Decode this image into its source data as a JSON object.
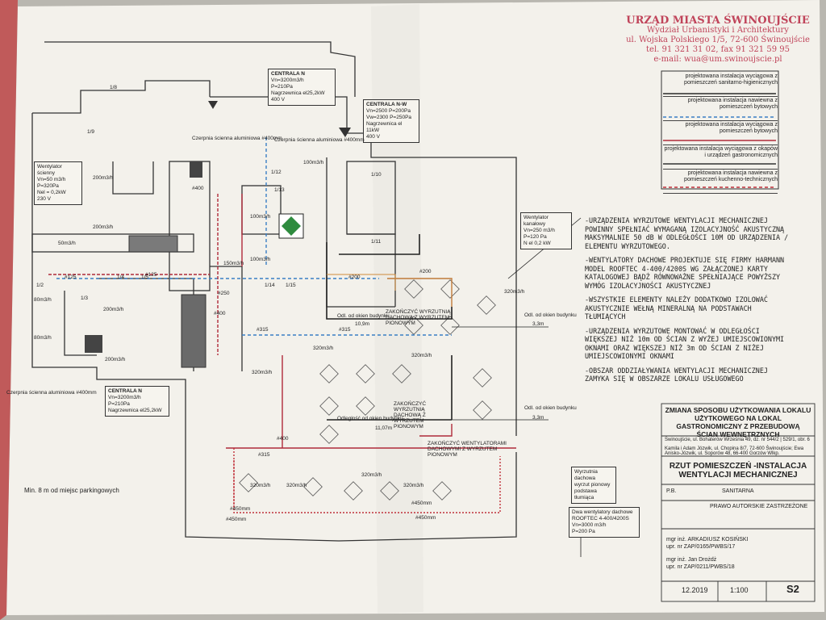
{
  "stamp": {
    "title": "URZĄD MIASTA ŚWINOUJŚCIE",
    "line1": "Wydział Urbanistyki i Architektury",
    "line2": "ul. Wojska Polskiego 1/5, 72-600 Świnoujście",
    "line3": "tel. 91 321 31 02, fax 91 321 59 95",
    "line4": "e-mail: wua@um.swinoujscie.pl"
  },
  "legend": [
    "projektowana instalacja wyciągowa z pomieszczeń sanitarno-higienicznych",
    "projektowana instalacja nawiewna z pomieszczeń bytowych",
    "projektowana instalacja wyciągowa z pomieszczeń bytowych",
    "projektowana instalacja wyciągowa z okapów i urządzeń gastronomicznych",
    "projektowana instalacja nawiewna z pomieszczeń kuchenno-technicznych"
  ],
  "legend_colors": [
    "#2a2a2a",
    "#3a7fc4",
    "#b02a3a",
    "#333333",
    "#c0303a"
  ],
  "notes": [
    "-URZĄDZENIA WYRZUTOWE WENTYLACJI MECHANICZNEJ POWINNY SPEŁNIAĆ WYMAGANĄ IZOLACYJNOŚĆ AKUSTYCZNĄ MAKSYMALNIE 50 dB W ODLEGŁOŚCI 10M OD URZĄDZENIA / ELEMENTU WYRZUTOWEGO.",
    "-WENTYLATORY DACHOWE PROJEKTUJE SIĘ FIRMY HARMANN MODEL ROOFTEC 4-400/4200S WG ZAŁĄCZONEJ KARTY KATALOGOWEJ BĄDŹ RÓWNOWAŻNE SPEŁNIAJĄCE POWYŻSZY WYMÓG IZOLACYJNOŚCI AKUSTYCZNEJ",
    "-WSZYSTKIE ELEMENTY NALEŻY DODATKOWO IZOLOWAĆ AKUSTYCZNIE WEŁNĄ MINERALNĄ NA PODSTAWACH TŁUMIĄCYCH",
    "-URZĄDZENIA WYRZUTOWE MONTOWAĆ W ODLEGŁOŚCI WIĘKSZEJ NIŻ 10m OD ŚCIAN Z WYŻEJ UMIEJSCOWIONYMI OKNAMI ORAZ WIĘKSZEJ NIŻ 3m OD ŚCIAN Z NIŻEJ UMIEJSCOWIONYMI OKNAMI",
    "-OBSZAR ODDZIAŁYWANIA WENTYLACJI MECHANICZNEJ ZAMYKA SIĘ W OBSZARZE LOKALU USŁUGOWEGO"
  ],
  "units": {
    "centrala_n1": [
      "CENTRALA N",
      "Vn=3200m3/h",
      "P=210Pa",
      "Nagrzewnica el25,2kW",
      "400 V"
    ],
    "centrala_nw": [
      "CENTRALA N-W",
      "Vn=2500 P=200Pa",
      "Vw=2300 P=250Pa",
      "Nagrzewnica el 11kW",
      "400 V"
    ],
    "wentylator_scienny": [
      "Wentylator ścienny",
      "Vn=50 m3/h",
      "P=320Pa",
      "Nel = 0,2kW",
      "230 V"
    ],
    "wentylator_kanalowy": [
      "Wentylator kanałowy",
      "Vn=250 m3/h",
      "P=120 Pa",
      "N el 0,2 kW"
    ],
    "centrala_n2": [
      "CENTRALA N",
      "Vn=3200m3/h",
      "P=210Pa",
      "Nagrzewnica el25,2kW"
    ],
    "wyrzutnia": [
      "Wyrzutnia dachowa",
      "wyrzut pionowy",
      "podstawa",
      "tłumiąca"
    ],
    "dwa_wentylatory": [
      "Dwa wentylatory dachowe",
      "ROOFTEC 4-400/4200S",
      "Vn=3000 m3/h",
      "P=200 Pa"
    ]
  },
  "annotations": {
    "czerpnia1": "Czerpnia ścienna aluminiowa #400mm",
    "czerpnia2": "Czerpnia ścienna aluminiowa #400mm",
    "czerpnia3": "Czerpnia ścienna aluminiowa #400mm",
    "zakoncz1": "ZAKOŃCZYĆ WYRZUTNIĄ DACHOWĄ Z WYRZUTEM PIONOWYM",
    "zakoncz2": "ZAKOŃCZYĆ WYRZUTNIĄ DACHOWĄ Z WYRZUTEM PIONOWYM",
    "zakoncz3": "ZAKOŃCZYĆ WENTYLATORAMI DACHOWYMI Z WYRZUTEM PIONOWYM",
    "odl1": "Odl. od okien budynku",
    "odl2": "Odl. od okien budynku",
    "odl3": "Odl. od okien budynku",
    "odl4": "Odległość od okien budynku",
    "dist1": "10,9m",
    "dist2": "3,3m",
    "dist3": "3,3m",
    "dist4": "11,07m",
    "parking": "Min. 8 m od miejsc parkingowych",
    "flows": [
      "100m3/h",
      "100m3/h",
      "100m3/h",
      "200m3/h",
      "200m3/h",
      "200m3/h",
      "50m3/h",
      "80m3/h",
      "80m3/h",
      "200m3/h",
      "150m3/h",
      "320m3/h",
      "320m3/h",
      "320m3/h",
      "320m3/h",
      "320m3/h",
      "320m3/h",
      "320m3/h",
      "320m3/h"
    ],
    "ducts": [
      "#400",
      "#400",
      "#400",
      "#315",
      "#315",
      "#315",
      "#250",
      "#200",
      "#200",
      "#125",
      "#125",
      "#450mm",
      "#450mm",
      "#450mm",
      "#450mm"
    ],
    "rooms": [
      "1/8",
      "1/12",
      "1/13",
      "1/14",
      "1/15",
      "1/5",
      "1/4",
      "1/3",
      "1/2",
      "1/10",
      "1/11",
      "1/9"
    ]
  },
  "titleblock": {
    "project": "ZMIANA SPOSOBU UŻYTKOWANIA LOKALU UŻYTKOWEGO NA LOKAL GASTRONOMICZNY Z PRZEBUDOWĄ ŚCIAN WEWNĘTRZNYCH",
    "address": "Świnoujście, ul. Bohaterów Września 49, dz. nr 544/2 | 529/1, obr. 6",
    "investor": "Kamila i Adam Józwik, ul. Chopina 8/7, 72-600 Świnoujście; Ewa Anisko-Józwik, ul. Soporów 48, 66-400 Gorzów Wlkp.",
    "drawing": "RZUT POMIESZCZEŃ -INSTALACJA WENTYLACJI MECHANICZNEJ",
    "phase": "P.B.",
    "branch": "SANITARNA",
    "copyright": "PRAWO AUTORSKIE ZASTRZEŻONE",
    "designer": "mgr inż. ARKADIUSZ KOSIŃSKI",
    "designer_perm": "upr. nr ZAP/0165/PWBS/17",
    "checker": "mgr inż. Jan Drożdż",
    "checker_perm": "upr. nr ZAP/0211/PWBS/18",
    "date": "12.2019",
    "scale": "1:100",
    "sheet": "S2"
  }
}
